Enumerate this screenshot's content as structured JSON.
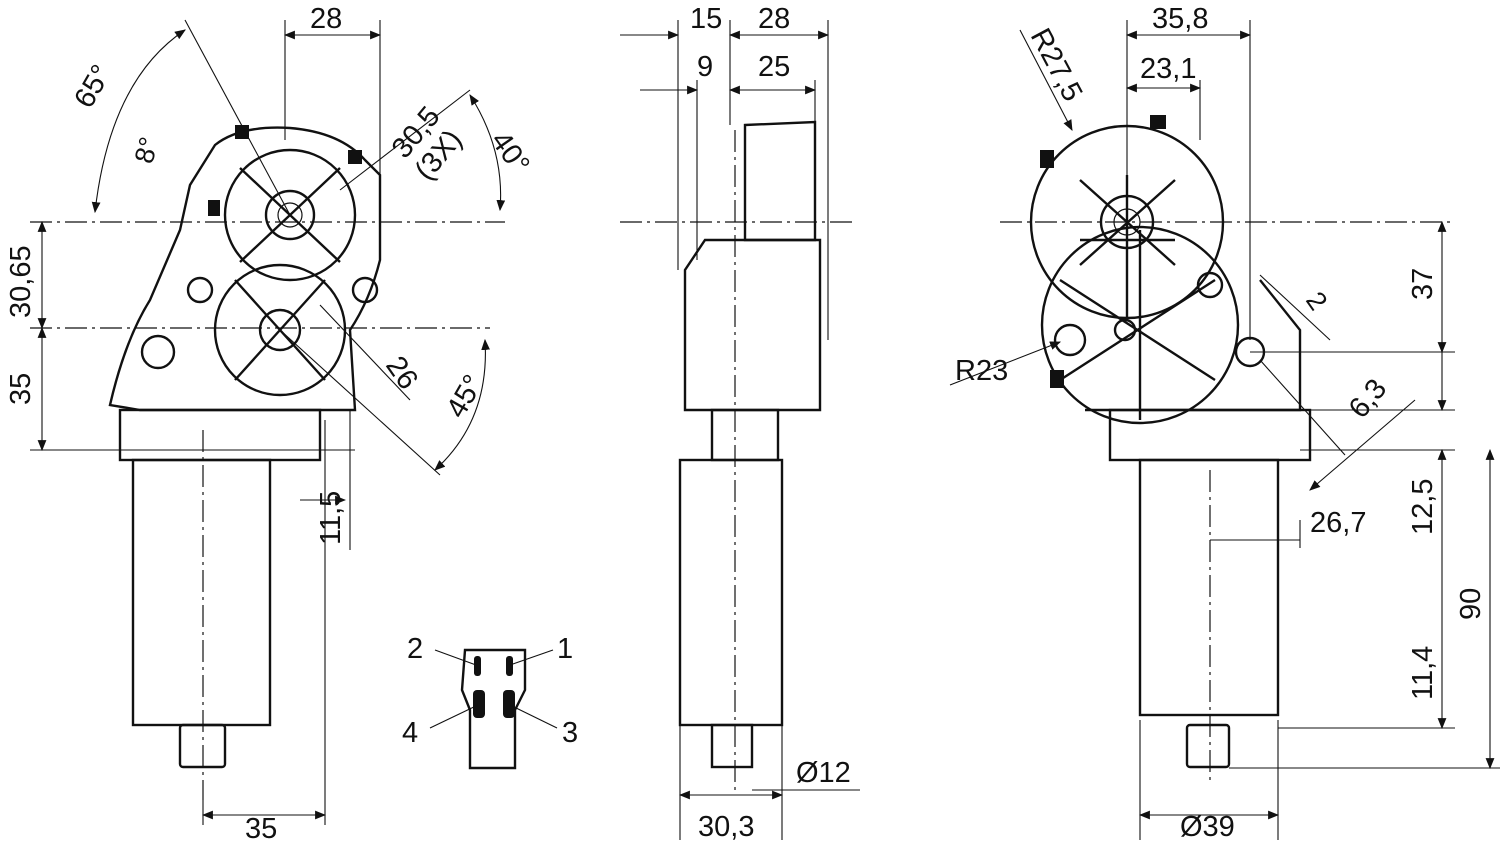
{
  "left_view": {
    "dims": {
      "top_width": "28",
      "angle_65": "65°",
      "angle_8": "8°",
      "radius_30_5": "30,5",
      "qty_3x": "(3X)",
      "angle_40": "40°",
      "height_30_65": "30,65",
      "height_35": "35",
      "dia_26": "26",
      "angle_45": "45°",
      "offset_11_5": "11,5",
      "bottom_35": "35"
    }
  },
  "middle_view": {
    "dims": {
      "top_15": "15",
      "top_28": "28",
      "top_9": "9",
      "top_25": "25",
      "shaft_dia": "Ø12",
      "bottom_30_3": "30,3"
    }
  },
  "connector": {
    "pins": [
      "1",
      "2",
      "3",
      "4"
    ]
  },
  "right_view": {
    "dims": {
      "top_35_8": "35,8",
      "radius_27_5": "R27,5",
      "top_23_1": "23,1",
      "height_37": "37",
      "small_2": "2",
      "radius_23": "R23",
      "dim_6_3": "6,3",
      "height_12_5": "12,5",
      "dim_26_7": "26,7",
      "height_90": "90",
      "height_11_4": "11,4",
      "dia_39": "Ø39"
    }
  }
}
